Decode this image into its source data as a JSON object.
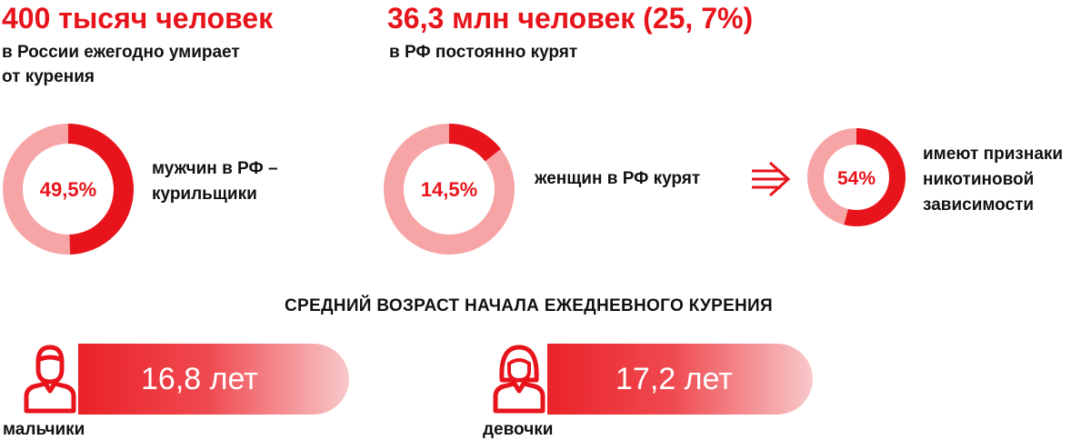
{
  "colors": {
    "accent": "#e8141b",
    "light": "#f7a4a6",
    "text": "#111111"
  },
  "stats": {
    "deaths": {
      "value": "400 тысяч человек",
      "line1": "в России ежегодно умирает",
      "line2": "от курения"
    },
    "smokers": {
      "value": "36,3 млн человек (25, 7%)",
      "line1": "в РФ постоянно курят"
    }
  },
  "chart_data": [
    {
      "type": "pie",
      "values": [
        49.5,
        50.5
      ],
      "label": "49,5%",
      "caption_line1": "мужчин в РФ –",
      "caption_line2": "курильщики"
    },
    {
      "type": "pie",
      "values": [
        14.5,
        85.5
      ],
      "label": "14,5%",
      "caption_line1": "женщин в РФ курят"
    },
    {
      "type": "pie",
      "values": [
        54,
        46
      ],
      "label": "54%",
      "caption_line1": "имеют признаки",
      "caption_line2": "никотиновой",
      "caption_line3": "зависимости"
    },
    {
      "type": "bar",
      "title": "СРЕДНИЙ ВОЗРАСТ НАЧАЛА ЕЖЕДНЕВНОГО КУРЕНИЯ",
      "categories": [
        "мальчики",
        "девочки"
      ],
      "values": [
        16.8,
        17.2
      ],
      "value_labels": [
        "16,8 лет",
        "17,2 лет"
      ]
    }
  ]
}
